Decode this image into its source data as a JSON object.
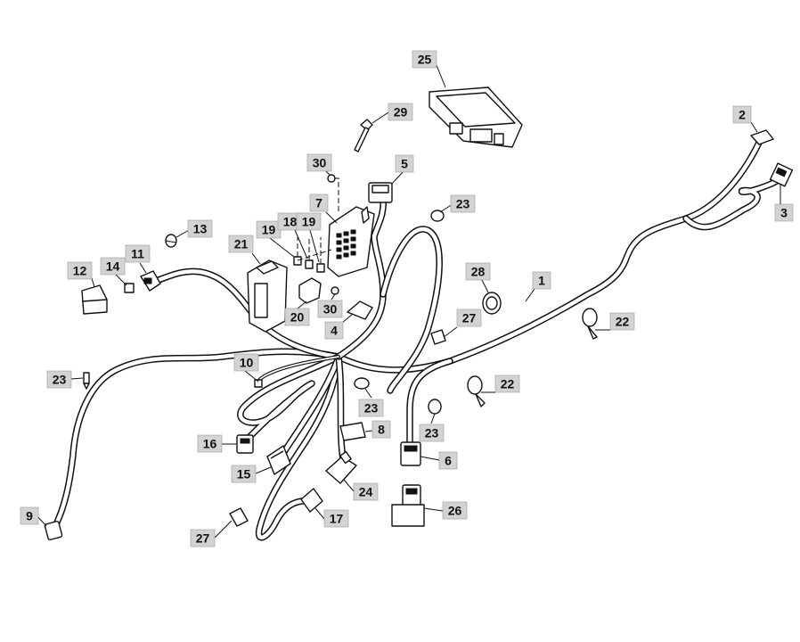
{
  "callouts": [
    {
      "label": "25"
    },
    {
      "label": "29"
    },
    {
      "label": "2"
    },
    {
      "label": "30"
    },
    {
      "label": "5"
    },
    {
      "label": "3"
    },
    {
      "label": "7"
    },
    {
      "label": "23"
    },
    {
      "label": "13"
    },
    {
      "label": "19"
    },
    {
      "label": "18"
    },
    {
      "label": "19"
    },
    {
      "label": "21"
    },
    {
      "label": "11"
    },
    {
      "label": "12"
    },
    {
      "label": "14"
    },
    {
      "label": "28"
    },
    {
      "label": "1"
    },
    {
      "label": "20"
    },
    {
      "label": "30"
    },
    {
      "label": "27"
    },
    {
      "label": "22"
    },
    {
      "label": "4"
    },
    {
      "label": "10"
    },
    {
      "label": "23"
    },
    {
      "label": "22"
    },
    {
      "label": "23"
    },
    {
      "label": "23"
    },
    {
      "label": "8"
    },
    {
      "label": "16"
    },
    {
      "label": "6"
    },
    {
      "label": "15"
    },
    {
      "label": "24"
    },
    {
      "label": "26"
    },
    {
      "label": "9"
    },
    {
      "label": "17"
    },
    {
      "label": "27"
    }
  ]
}
